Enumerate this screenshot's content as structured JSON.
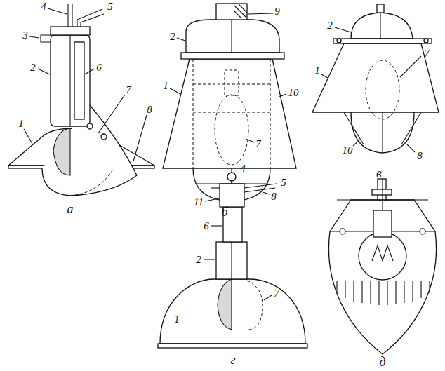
{
  "diagram": {
    "labels": [
      "4",
      "5",
      "3",
      "2",
      "6",
      "1",
      "7",
      "8",
      "а",
      "9",
      "2",
      "1",
      "10",
      "7",
      "8",
      "б",
      "2",
      "1",
      "7",
      "10",
      "8",
      "в",
      "4",
      "5",
      "11",
      "6",
      "2",
      "1",
      "7",
      "г",
      "д"
    ]
  }
}
